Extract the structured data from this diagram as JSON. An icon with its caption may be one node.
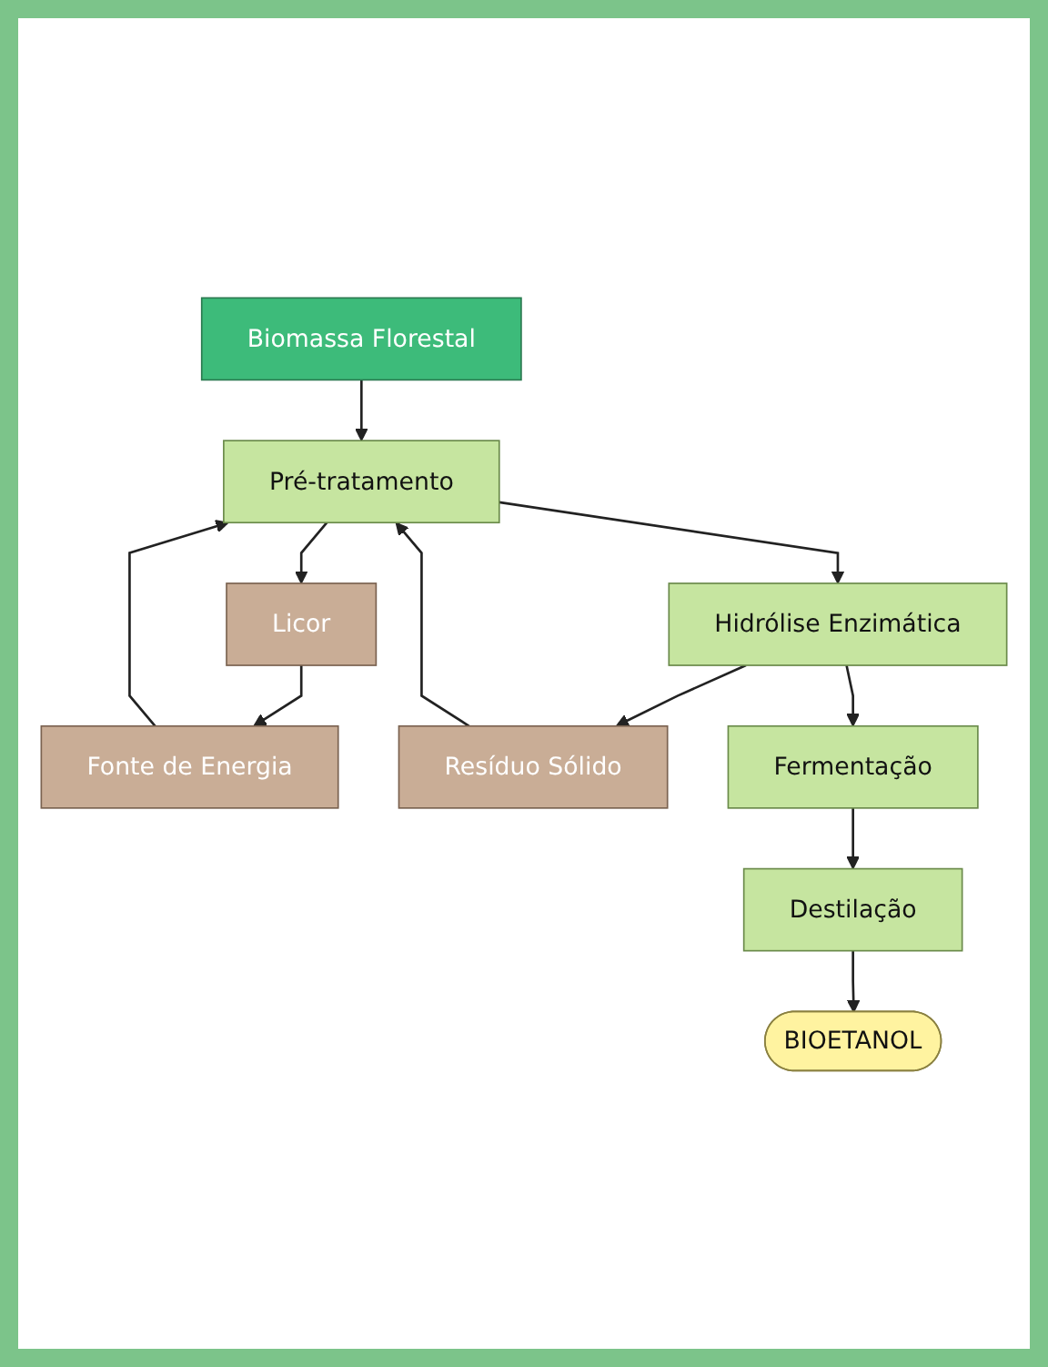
{
  "diagram": {
    "nodes": [
      {
        "text": [
          "Biomassa Florestal"
        ]
      },
      {
        "text": [
          "Pré-tratamento"
        ]
      },
      {
        "text": [
          "Hidrólise Enzimática"
        ]
      },
      {
        "text": [
          "Licor"
        ]
      },
      {
        "text": [
          "Fonte de Energia"
        ]
      },
      {
        "text": [
          "Resíduo Sólido"
        ]
      },
      {
        "text": [
          "Fermentação"
        ]
      },
      {
        "text": [
          "Destilação"
        ]
      },
      {
        "text": [
          "BIOETANOL"
        ]
      }
    ],
    "edges": [
      {
        "from": 0,
        "to": 1,
        "arrow": "to"
      },
      {
        "from": 1,
        "to": 2,
        "arrow": "to"
      },
      {
        "from": 1,
        "to": 3,
        "arrow": "to"
      },
      {
        "from": 3,
        "to": 4,
        "arrow": "to"
      },
      {
        "from": 2,
        "to": 5,
        "arrow": "to"
      },
      {
        "from": 2,
        "to": 6,
        "arrow": "to"
      },
      {
        "from": 6,
        "to": 7,
        "arrow": "to"
      },
      {
        "from": 7,
        "to": 8,
        "arrow": "to"
      },
      {
        "from": 5,
        "to": 1,
        "arrow": "to"
      },
      {
        "from": 4,
        "to": 1,
        "arrow": "to"
      }
    ]
  }
}
